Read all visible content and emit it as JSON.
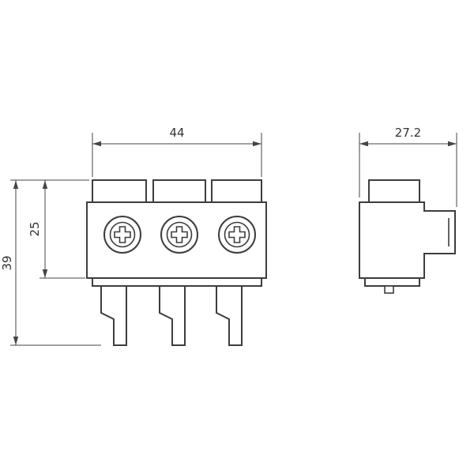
{
  "dimensions": {
    "front_width": {
      "label": "44"
    },
    "side_depth": {
      "label": "27.2"
    },
    "body_height": {
      "label": "25"
    },
    "overall_height": {
      "label": "39"
    }
  }
}
